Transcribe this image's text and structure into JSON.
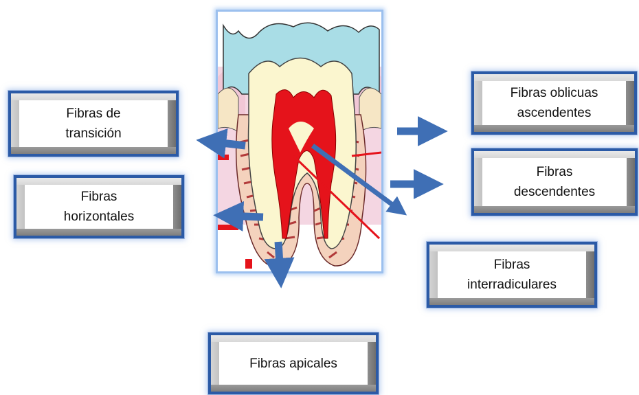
{
  "labels": {
    "transicion": {
      "line1": "Fibras de",
      "line2": "transición"
    },
    "horizontales": {
      "line1": "Fibras",
      "line2": "horizontales"
    },
    "apicales": {
      "line1": "Fibras apicales"
    },
    "oblicuas": {
      "line1": "Fibras oblicuas",
      "line2": "ascendentes"
    },
    "descendentes": {
      "line1": "Fibras",
      "line2": "descendentes"
    },
    "interradiculares": {
      "line1": "Fibras",
      "line2": "interradiculares"
    }
  },
  "colors": {
    "box_border": "#2b5aa6",
    "arrow": "#3f6fb5",
    "enamel": "#a9dde6",
    "gum": "#f1c7d6",
    "dentin": "#fbf6cf",
    "pulp": "#e5131b",
    "ligament": "#c74a4a"
  },
  "image": {
    "subject": "molar-tooth-cross-section"
  }
}
